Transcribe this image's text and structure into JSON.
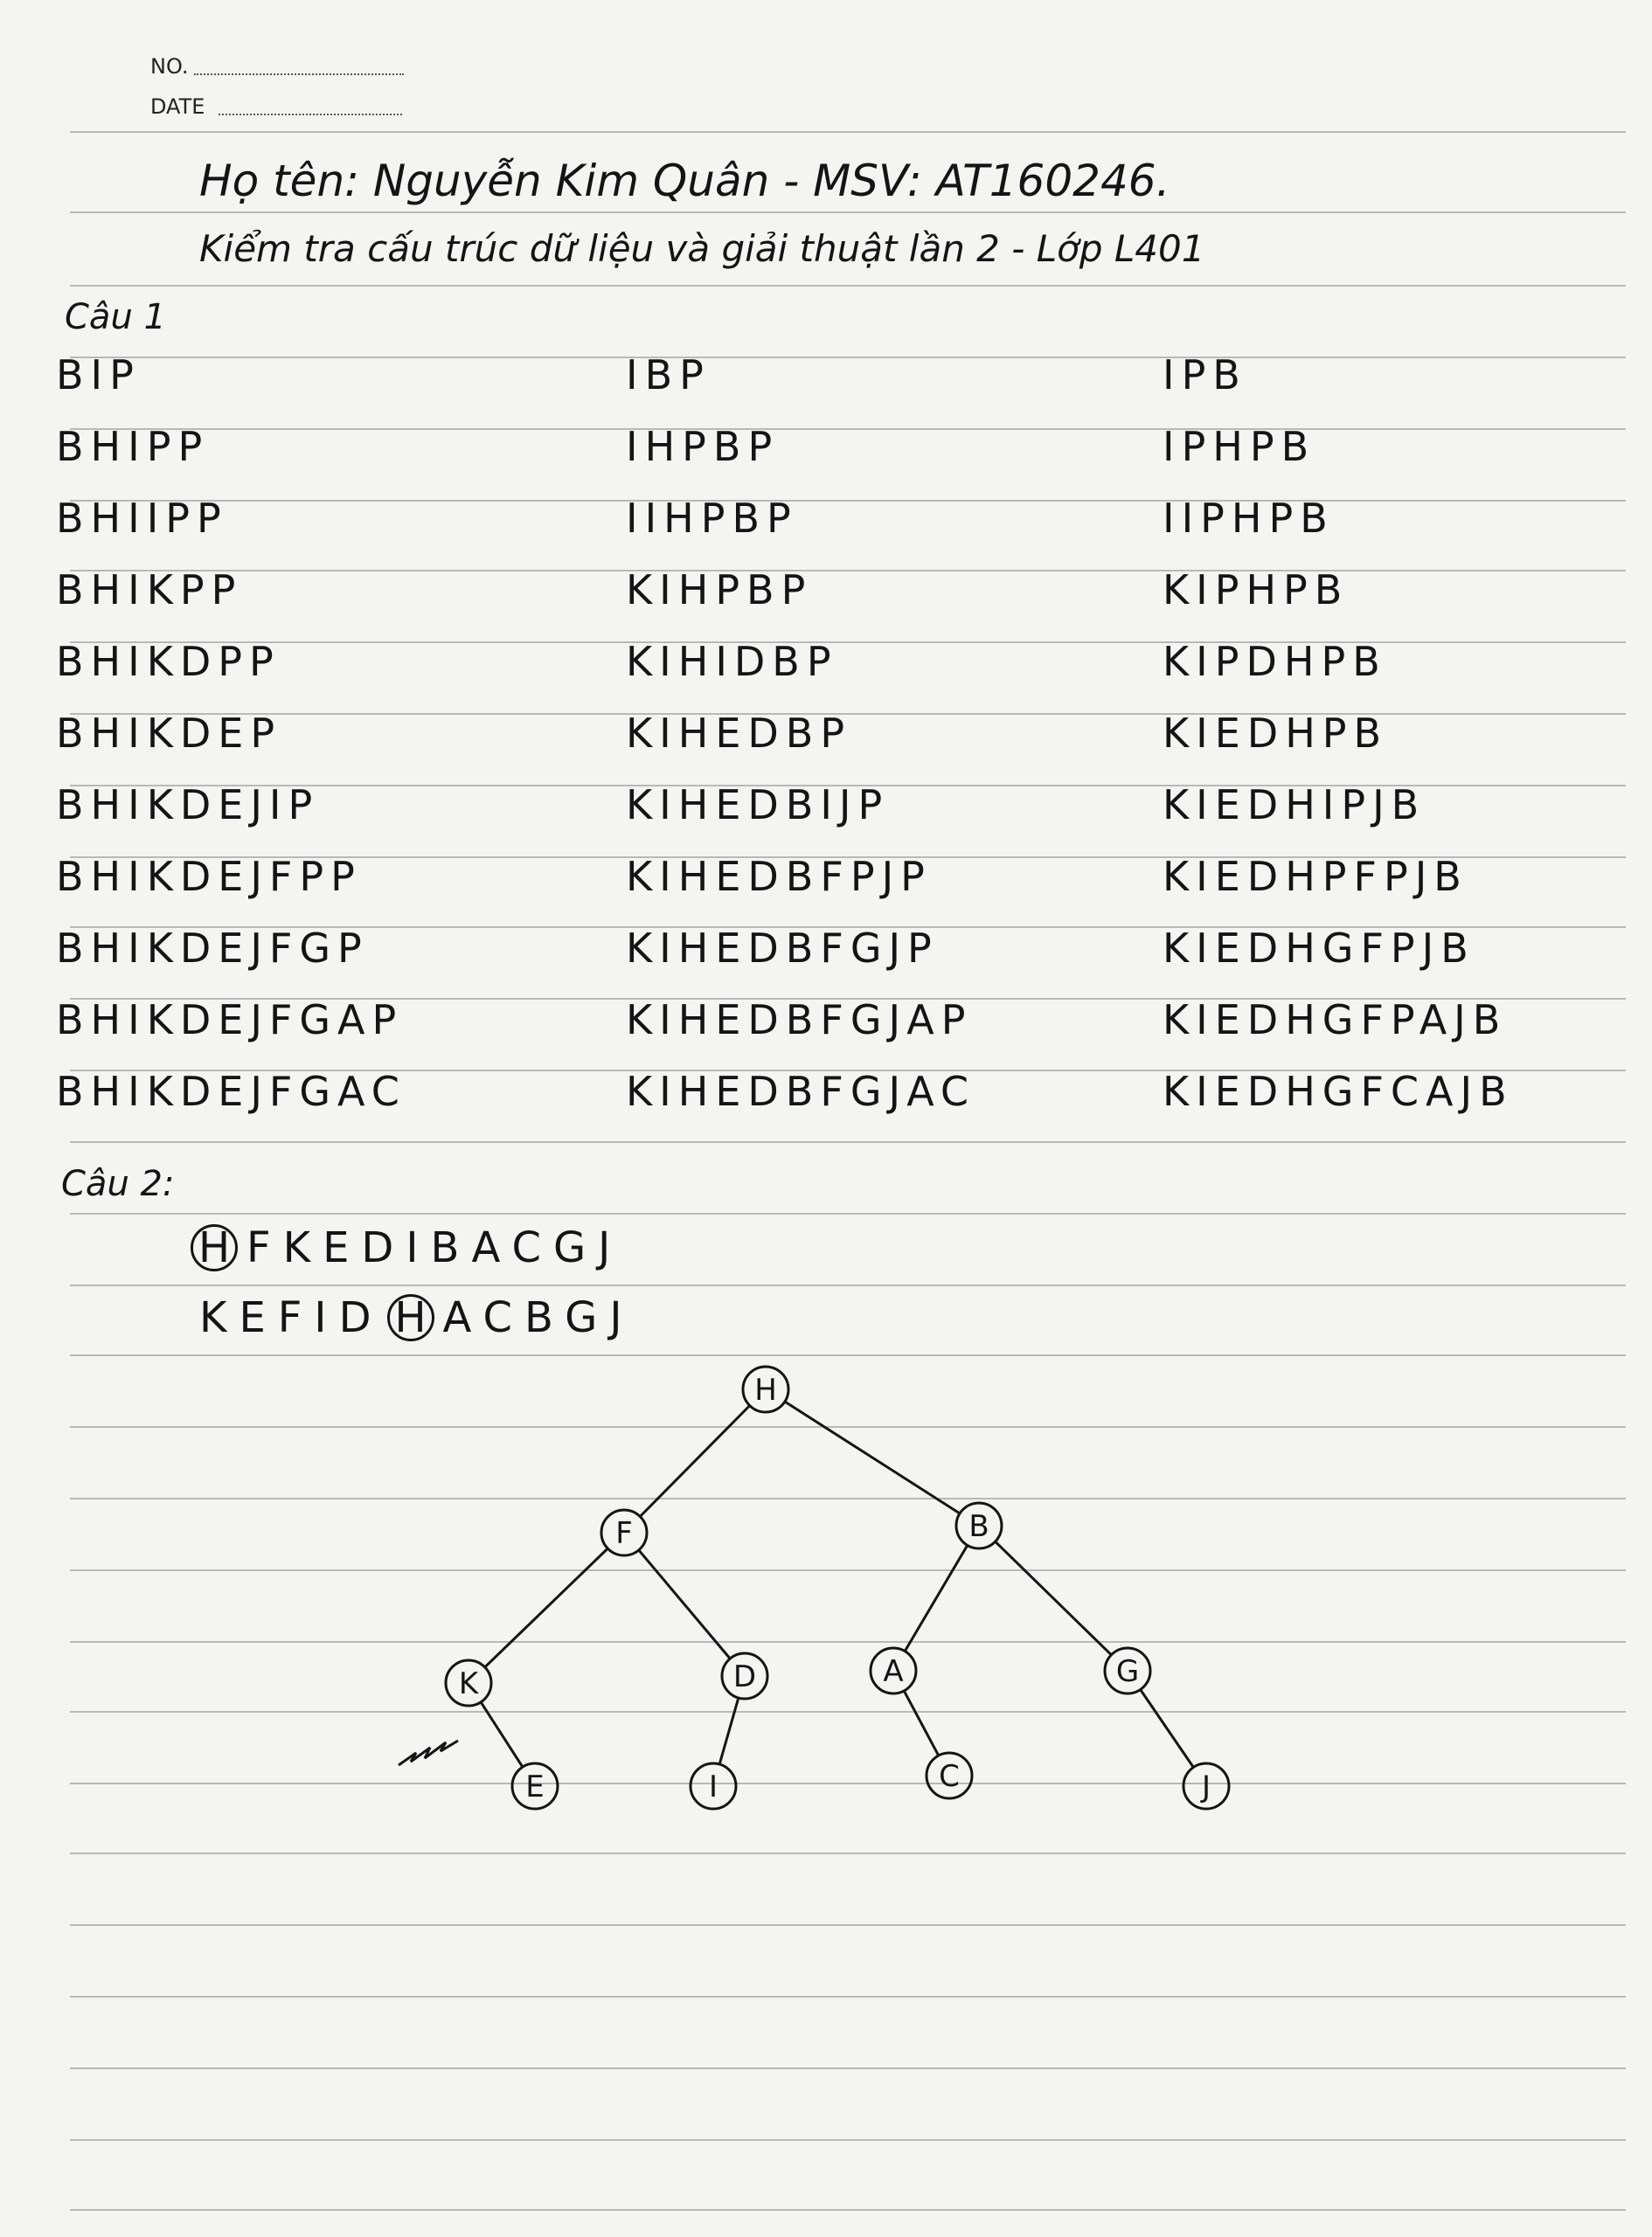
{
  "header": {
    "no_label": "NO.",
    "date_label": "DATE"
  },
  "student": {
    "name_line": "Họ tên: Nguyễn Kim Quân - MSV: AT160246.",
    "subtitle": "Kiểm tra cấu trúc dữ liệu và giải thuật lần 2 - Lớp L401"
  },
  "q1": {
    "label": "Câu 1",
    "rows": [
      [
        "BIP",
        "IBP",
        "IPB"
      ],
      [
        "BHIPP",
        "IHPBP",
        "IPHPB"
      ],
      [
        "BHIIPP",
        "IIHPBP",
        "IIPHPB"
      ],
      [
        "BHIKPP",
        "KIHPBP",
        "KIPHPB"
      ],
      [
        "BHIKDPP",
        "KIHIDBP",
        "KIPDHPB"
      ],
      [
        "BHIKDEP",
        "KIHEDBP",
        "KIEDHPB"
      ],
      [
        "BHIKDEJIP",
        "KIHEDBIJP",
        "KIEDHIPJB"
      ],
      [
        "BHIKDEJFPP",
        "KIHEDBFPJP",
        "KIEDHPFPJB"
      ],
      [
        "BHIKDEJFGP",
        "KIHEDBFGJP",
        "KIEDHGFPJB"
      ],
      [
        "BHIKDEJFGAP",
        "KIHEDBFGJAP",
        "KIEDHGFPAJB"
      ],
      [
        "BHIKDEJFGAC",
        "KIHEDBFGJAC",
        "KIEDHGFCAJB"
      ]
    ]
  },
  "q2": {
    "label": "Câu 2:",
    "preorder_root": "H",
    "preorder_rest": "FKEDIBACGJ",
    "inorder_left": "KEFID",
    "inorder_root": "H",
    "inorder_right": "ACBGJ",
    "tree_nodes": [
      "H",
      "F",
      "B",
      "K",
      "D",
      "A",
      "G",
      "E",
      "I",
      "C",
      "J"
    ],
    "tree_edges": [
      [
        "H",
        "F"
      ],
      [
        "H",
        "B"
      ],
      [
        "F",
        "K"
      ],
      [
        "F",
        "D"
      ],
      [
        "B",
        "A"
      ],
      [
        "B",
        "G"
      ],
      [
        "K",
        "E"
      ],
      [
        "D",
        "I"
      ],
      [
        "A",
        "C"
      ],
      [
        "G",
        "J"
      ]
    ]
  }
}
